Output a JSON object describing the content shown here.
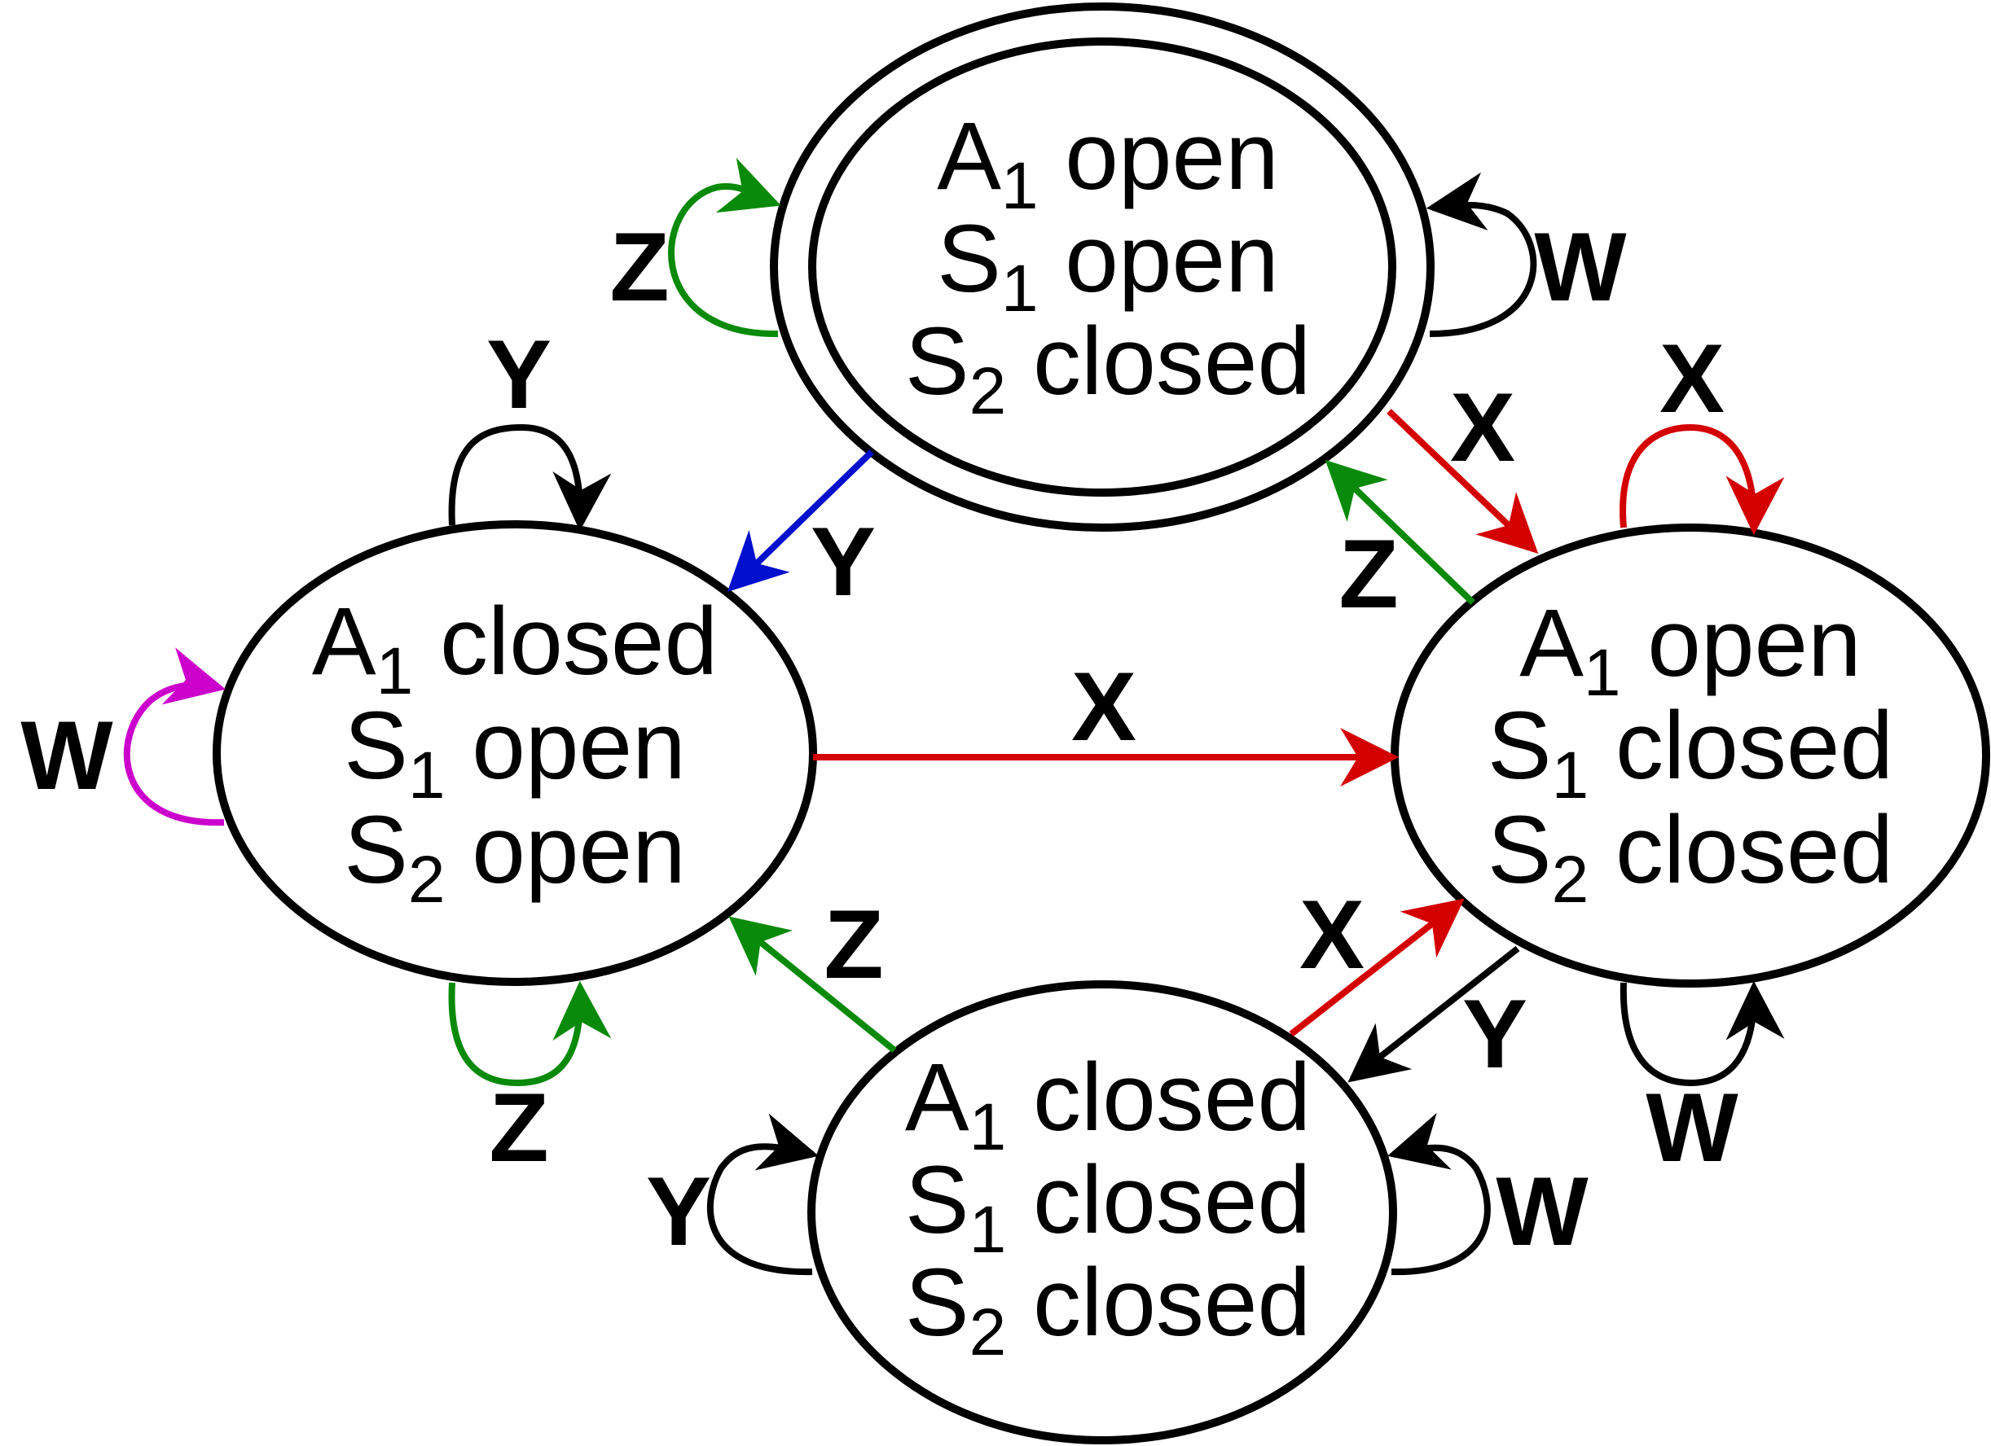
{
  "colors": {
    "black": "#000000",
    "red": "#d40000",
    "green": "#0a8a0a",
    "blue": "#0010cc",
    "magenta": "#cc00cc"
  },
  "states": {
    "top": {
      "accepting": true,
      "lines": [
        {
          "main": "A",
          "sub": "1",
          "rest": " open"
        },
        {
          "main": "S",
          "sub": "1",
          "rest": " open"
        },
        {
          "main": "S",
          "sub": "2",
          "rest": " closed"
        }
      ]
    },
    "left": {
      "accepting": false,
      "lines": [
        {
          "main": "A",
          "sub": "1",
          "rest": " closed"
        },
        {
          "main": "S",
          "sub": "1",
          "rest": " open"
        },
        {
          "main": "S",
          "sub": "2",
          "rest": " open"
        }
      ]
    },
    "right": {
      "accepting": false,
      "lines": [
        {
          "main": "A",
          "sub": "1",
          "rest": " open"
        },
        {
          "main": "S",
          "sub": "1",
          "rest": " closed"
        },
        {
          "main": "S",
          "sub": "2",
          "rest": " closed"
        }
      ]
    },
    "bottom": {
      "accepting": false,
      "lines": [
        {
          "main": "A",
          "sub": "1",
          "rest": " closed"
        },
        {
          "main": "S",
          "sub": "1",
          "rest": " closed"
        },
        {
          "main": "S",
          "sub": "2",
          "rest": " closed"
        }
      ]
    }
  },
  "transitions": [
    {
      "id": "top-self-Z",
      "from": "top",
      "to": "top",
      "label": "Z",
      "color": "green"
    },
    {
      "id": "top-self-W",
      "from": "top",
      "to": "top",
      "label": "W",
      "color": "black"
    },
    {
      "id": "top-left-Y",
      "from": "top",
      "to": "left",
      "label": "Y",
      "color": "blue"
    },
    {
      "id": "top-right-X",
      "from": "top",
      "to": "right",
      "label": "X",
      "color": "red"
    },
    {
      "id": "right-top-Z",
      "from": "right",
      "to": "top",
      "label": "Z",
      "color": "green"
    },
    {
      "id": "left-self-Y",
      "from": "left",
      "to": "left",
      "label": "Y",
      "color": "black"
    },
    {
      "id": "left-self-W",
      "from": "left",
      "to": "left",
      "label": "W",
      "color": "magenta"
    },
    {
      "id": "left-self-Z",
      "from": "left",
      "to": "left",
      "label": "Z",
      "color": "green"
    },
    {
      "id": "left-right-X",
      "from": "left",
      "to": "right",
      "label": "X",
      "color": "red"
    },
    {
      "id": "right-self-X",
      "from": "right",
      "to": "right",
      "label": "X",
      "color": "red"
    },
    {
      "id": "right-self-W",
      "from": "right",
      "to": "right",
      "label": "W",
      "color": "black"
    },
    {
      "id": "bottom-left-Z",
      "from": "bottom",
      "to": "left",
      "label": "Z",
      "color": "green"
    },
    {
      "id": "bottom-right-X",
      "from": "bottom",
      "to": "right",
      "label": "X",
      "color": "red"
    },
    {
      "id": "right-bottom-Y",
      "from": "right",
      "to": "bottom",
      "label": "Y",
      "color": "black"
    },
    {
      "id": "bottom-self-Y",
      "from": "bottom",
      "to": "bottom",
      "label": "Y",
      "color": "black"
    },
    {
      "id": "bottom-self-W",
      "from": "bottom",
      "to": "bottom",
      "label": "W",
      "color": "black"
    }
  ]
}
